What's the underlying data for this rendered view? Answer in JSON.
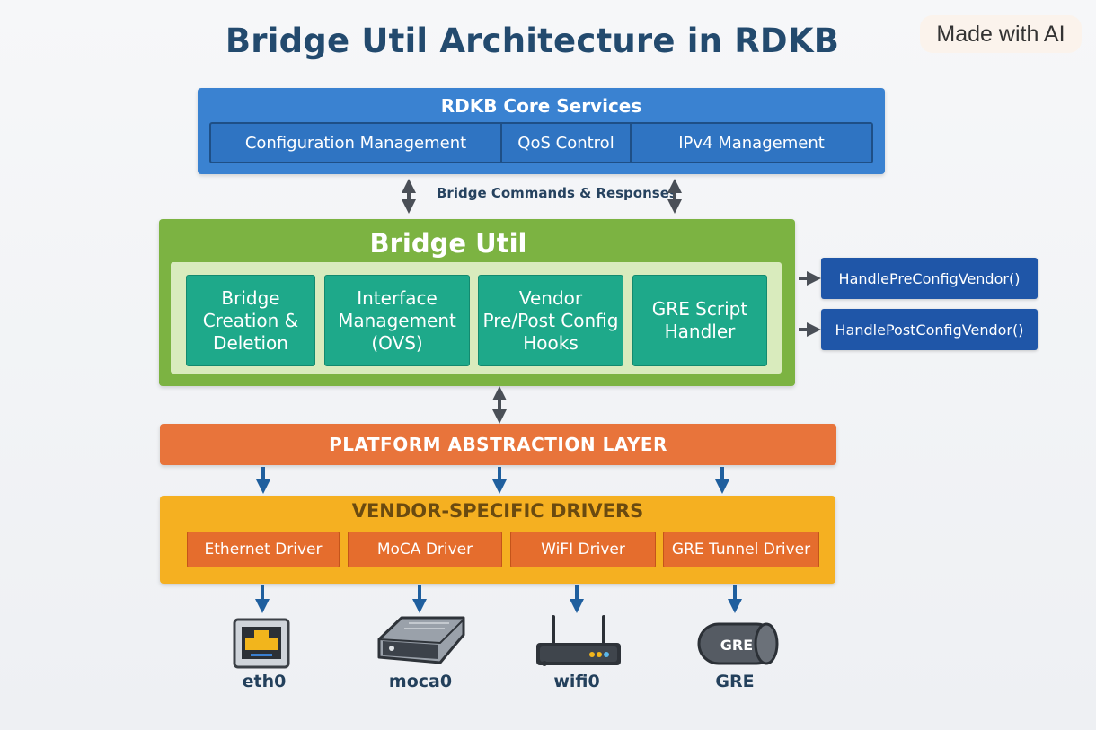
{
  "title": "Bridge Util Architecture in RDKB",
  "watermark": "Made with AI",
  "core": {
    "title": "RDKB Core Services",
    "items": [
      "Configuration Management",
      "QoS Control",
      "IPv4 Management"
    ]
  },
  "commands_label": "Bridge Commands & Responses",
  "bridge": {
    "title": "Bridge Util",
    "modules": [
      "Bridge\nCreation &\nDeletion",
      "Interface\nManagement\n(OVS)",
      "Vendor\nPre/Post Config\nHooks",
      "GRE Script\nHandler"
    ]
  },
  "vendor_hooks": [
    "HandlePreConfigVendor()",
    "HandlePostConfigVendor()"
  ],
  "pal": "PLATFORM ABSTRACTION LAYER",
  "drivers": {
    "title": "VENDOR-SPECIFIC DRIVERS",
    "items": [
      "Ethernet Driver",
      "MoCA Driver",
      "WiFI Driver",
      "GRE Tunnel Driver"
    ]
  },
  "devices": [
    {
      "label": "eth0",
      "icon": "ethernet-port-icon"
    },
    {
      "label": "moca0",
      "icon": "moca-adapter-icon"
    },
    {
      "label": "wifi0",
      "icon": "wifi-router-icon"
    },
    {
      "label": "GRE",
      "icon": "gre-tunnel-icon",
      "icon_text": "GRE"
    }
  ],
  "colors": {
    "core": "#3a82d1",
    "bridge": "#7cb342",
    "module": "#1ea98a",
    "vendor_fn": "#1f56a8",
    "pal": "#e8743b",
    "drivers": "#f5b021",
    "driver": "#e56d2d"
  }
}
